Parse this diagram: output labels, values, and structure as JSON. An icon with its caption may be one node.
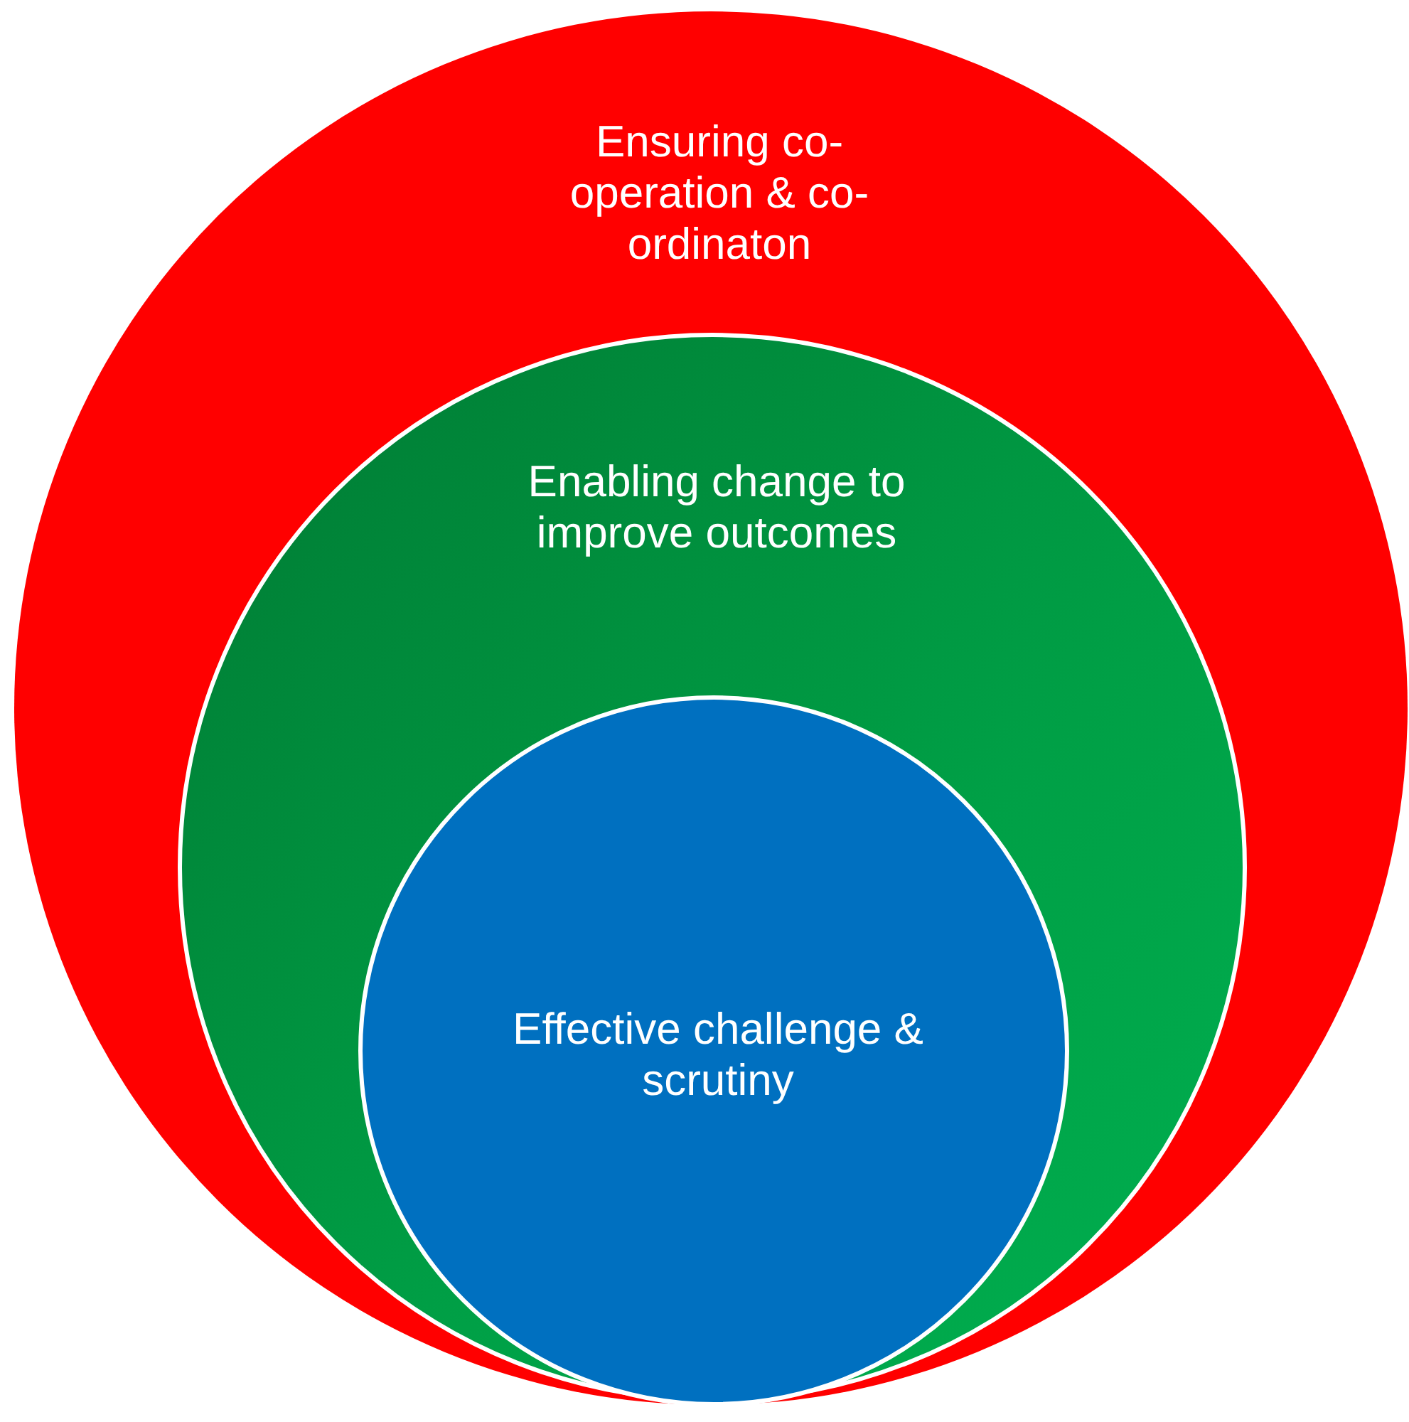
{
  "diagram": {
    "nodes": [
      {
        "text": [
          "Ensuring co-operation & co-ordinaton"
        ]
      },
      {
        "text": [
          "Enabling change to improve outcomes"
        ],
        "in": 0
      },
      {
        "text": [
          "Effective challenge & scrutiny"
        ],
        "in": 1
      }
    ],
    "edges": []
  }
}
